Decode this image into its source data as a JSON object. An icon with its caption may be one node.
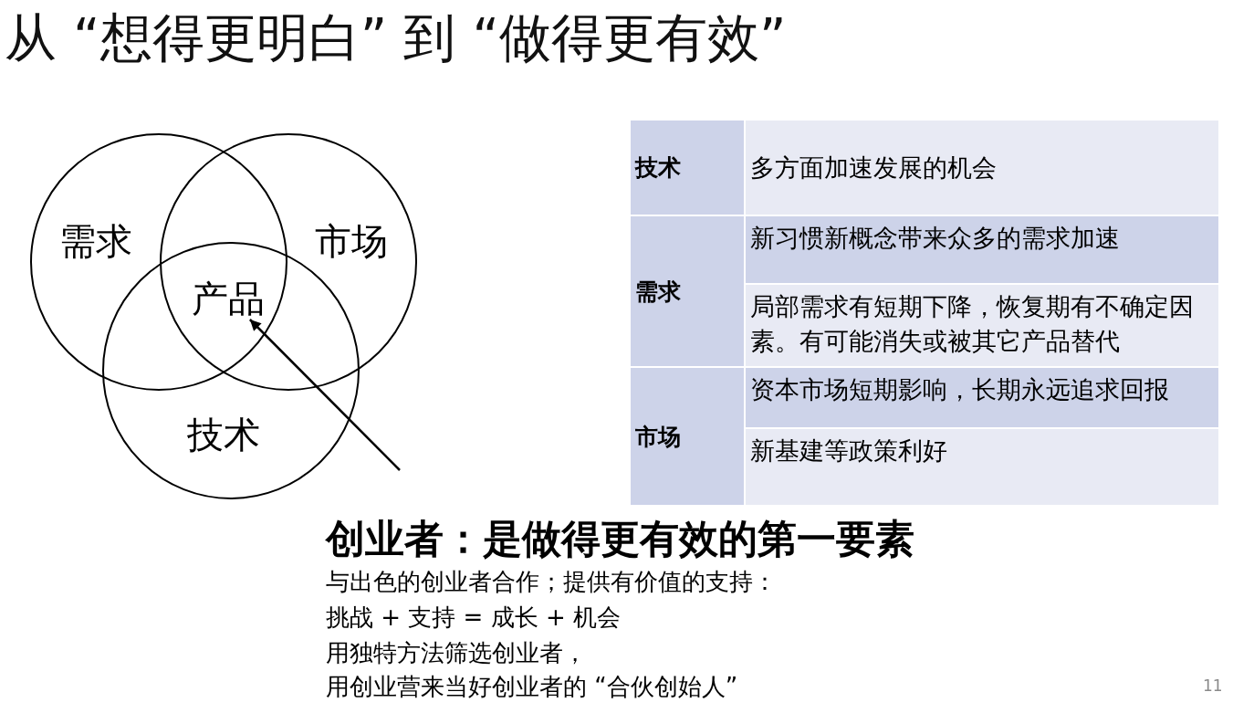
{
  "diagram": {
    "title": "从 “想得更明白” 到 “做得更有效”",
    "nodes": [
      {
        "text": [
          "需求"
        ]
      },
      {
        "text": [
          "市场"
        ]
      },
      {
        "text": [
          "产品"
        ]
      },
      {
        "text": [
          "技术"
        ]
      }
    ],
    "edges": [
      {
        "from": null,
        "to": 2,
        "arrow": "to"
      }
    ],
    "labels": [
      "技术",
      "多方面加速发展的机会",
      "需求",
      "新习惯新概念带来众多的需求加速",
      "局部需求有短期下降，恢复期有不确定因素。有可能消失或被其它产品替代",
      "市场",
      "资本市场短期影响，长期永远追求回报",
      "新基建等政策利好",
      "创业者：是做得更有效的第一要素",
      "与出色的创业者合作；提供有价值的支持：",
      "挑战 + 支持 = 成长 + 机会",
      "用独特方法筛选创业者，",
      "用创业营来当好创业者的 “合伙创始人”",
      "11"
    ]
  }
}
